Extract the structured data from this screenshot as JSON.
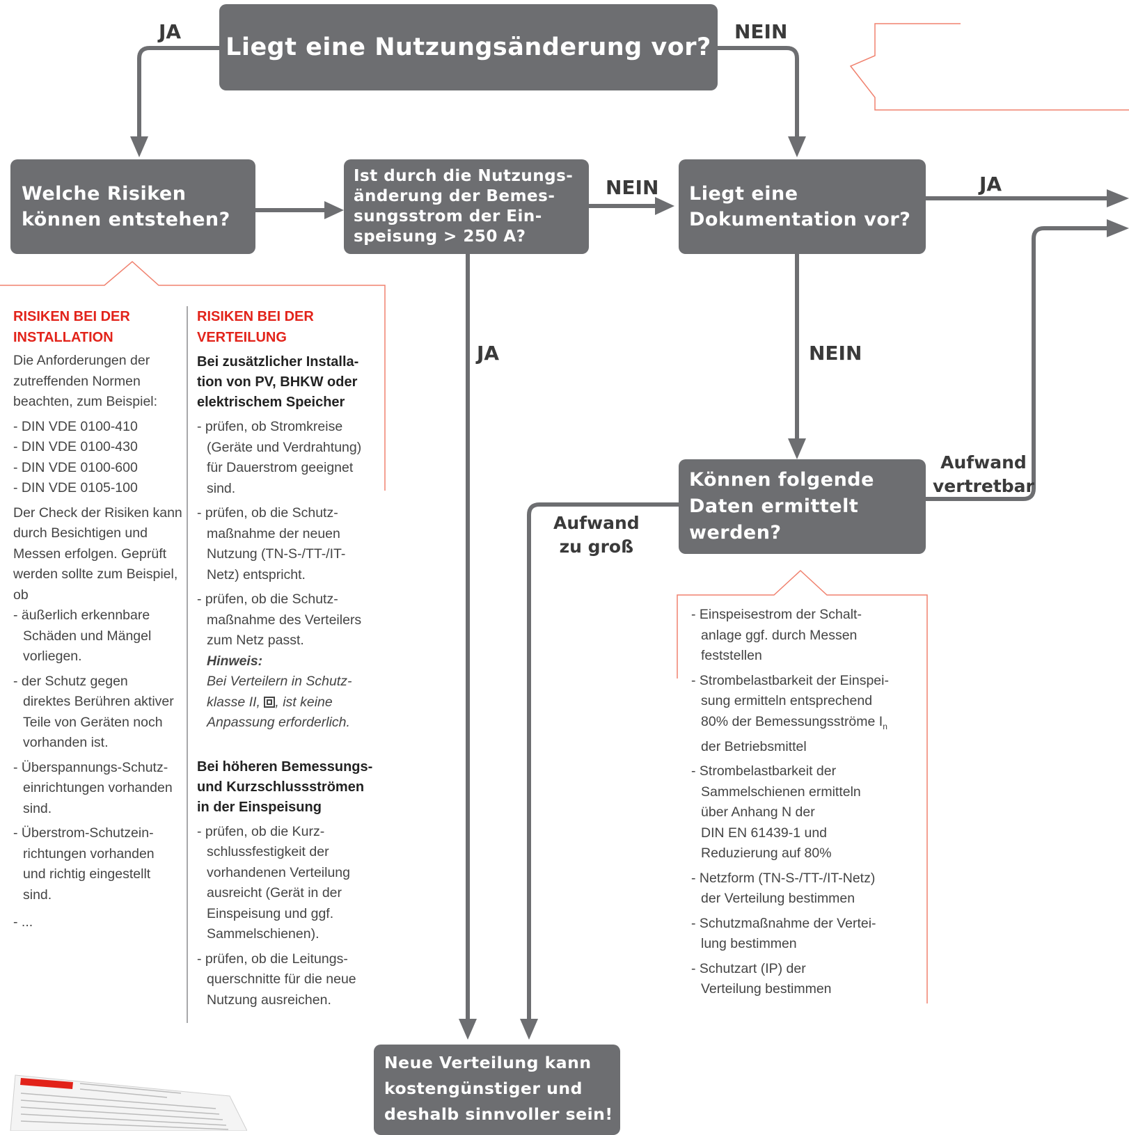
{
  "nodes": {
    "q_usage": "Liegt eine Nutzungsänderung vor?",
    "q_risks": "Welche Risiken\nkönnen entstehen?",
    "q_current": "Ist durch die Nutzungs-\nänderung der Bemes-\nsungsstrom der Ein-\nspeisung > 250 A?",
    "q_doc": "Liegt eine\nDokumentation vor?",
    "q_data": "Können folgende\nDaten ermittelt\nwerden?",
    "new_dist": "Neue Verteilung kann\nkostengünstiger und\ndeshalb sinnvoller sein!"
  },
  "edge_labels": {
    "ja_top": "JA",
    "nein_top": "NEIN",
    "nein_mid": "NEIN",
    "ja_right": "JA",
    "ja_down": "JA",
    "nein_down": "NEIN",
    "aufwand_vertretbar": "Aufwand\nvertretbar",
    "aufwand_gross": "Aufwand\nzu groß"
  },
  "colors": {
    "box": "#6d6e71",
    "line": "#6d6e71",
    "accent_red": "#e2231a",
    "callout_stroke": "#f0816e"
  },
  "risks_installation": {
    "heading": "RISIKEN BEI DER\nINSTALLATION",
    "intro": "Die Anforderungen der zutreffenden Normen beachten, zum Beispiel:",
    "norms": [
      "DIN VDE 0100-410",
      "DIN VDE 0100-430",
      "DIN VDE 0100-600",
      "DIN VDE 0105-100"
    ],
    "check_text": "Der Check der Risiken kann durch Besichtigen und Messen erfolgen. Geprüft werden sollte zum Beispiel, ob",
    "checks": [
      "äußerlich erkennbare\nSchäden und Mängel\nvorliegen.",
      "der Schutz gegen\ndirektes Berühren aktiver\nTeile von Geräten noch\nvorhanden ist.",
      "Überspannungs-Schutz-\neinrichtungen vorhanden\nsind.",
      "Überstrom-Schutzein-\nrichtungen vorhanden\nund richtig eingestellt\nsind.",
      "..."
    ]
  },
  "risks_distribution": {
    "heading": "RISIKEN BEI DER\nVERTEILUNG",
    "sub1": "Bei zusätzlicher Installa-\ntion von PV, BHKW oder\nelektrischem Speicher",
    "items1": [
      "prüfen, ob Stromkreise\n(Geräte und Verdrahtung)\nfür Dauerstrom geeignet\nsind.",
      "prüfen, ob die Schutz-\nmaßnahme der neuen\nNutzung (TN-S-/TT-/IT-\nNetz) entspricht.",
      "prüfen, ob die Schutz-\nmaßnahme des Verteilers\nzum Netz passt."
    ],
    "hint_heading": "Hinweis:",
    "hint_a": "Bei Verteilern in Schutz-",
    "hint_b": "klasse II,",
    "hint_c": ", ist keine",
    "hint_d": "Anpassung erforderlich.",
    "sub2": "Bei höheren Bemessungs-\nund Kurzschlussströmen\nin der Einspeisung",
    "items2": [
      "prüfen, ob die Kurz-\nschlussfestigkeit der\nvorhandenen Verteilung\nausreicht (Gerät in der\nEinspeisung und ggf.\nSammelschienen).",
      "prüfen, ob die Leitungs-\nquerschnitte für die neue\nNutzung ausreichen."
    ]
  },
  "data_list": [
    "Einspeisestrom der Schalt-\nanlage ggf. durch Messen\nfeststellen",
    "Strombelastbarkeit der Einspei-\nsung ermitteln entsprechend\n80% der Bemessungsströme I",
    "Strombelastbarkeit der\nSammelschienen ermitteln\nüber Anhang N der\nDIN EN 61439-1 und\nReduzierung auf 80%",
    "Netzform (TN-S-/TT-/IT-Netz)\nder Verteilung bestimmen",
    "Schutzmaßnahme der Vertei-\nlung bestimmen",
    "Schutzart (IP) der\nVerteilung bestimmen"
  ],
  "data_list_item2_sub": "n",
  "data_list_item2_tail": "der Betriebsmittel"
}
